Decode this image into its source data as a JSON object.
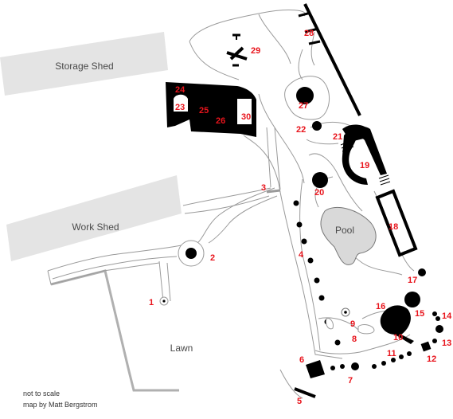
{
  "buildings": {
    "storage_shed": "Storage Shed",
    "work_shed": "Work Shed"
  },
  "areas": {
    "lawn": "Lawn",
    "pool": "Pool"
  },
  "credits": {
    "scale_note": "not to scale",
    "author": "map by Matt Bergstrom"
  },
  "markers": [
    "1",
    "2",
    "3",
    "4",
    "5",
    "6",
    "7",
    "8",
    "9",
    "10",
    "11",
    "12",
    "13",
    "14",
    "15",
    "16",
    "17",
    "18",
    "19",
    "20",
    "21",
    "22",
    "23",
    "24",
    "25",
    "26",
    "27",
    "28",
    "29",
    "30"
  ],
  "colors": {
    "marker_text": "#e8141c",
    "building_fill": "#e4e4e4",
    "feature_fill": "#000000",
    "path_outline": "#9a9a9a"
  }
}
